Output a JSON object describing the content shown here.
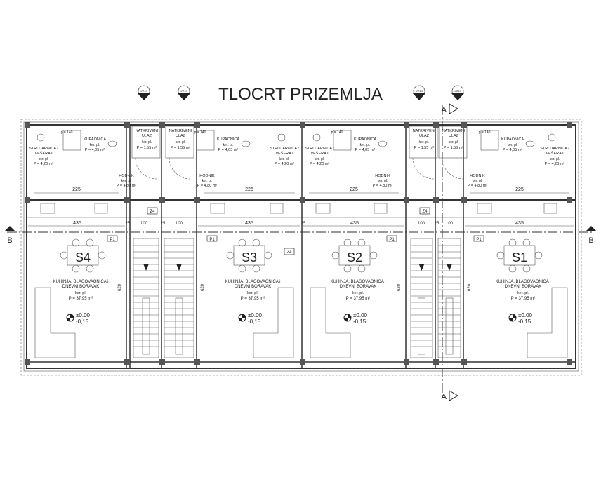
{
  "title": "TLOCRT PRIZEMLJA",
  "section_markers": {
    "a": "A",
    "b": "B",
    "tag": "2V13"
  },
  "floor_finish": "ker. pl.",
  "living": {
    "name_line1": "KUHINJA, BLAGOVAONICA i",
    "name_line2": "DNEVNI BORAVAK",
    "area": "P = 37,95 m²",
    "level_top": "±0.00",
    "level_bottom": "-0,15",
    "room_tag": "P1"
  },
  "rooms": {
    "bath": {
      "name": "KUPAONICA",
      "area": "P = 4,05 m²"
    },
    "utility": {
      "name1": "STROJARNICA /",
      "name2": "VEŠERAJ",
      "area": "P = 4,20 m²"
    },
    "hall": {
      "name": "HODNIK",
      "area": "P = 4,80 m²"
    },
    "entry": {
      "name1": "NATKRIVENI",
      "name2": "ULAZ",
      "area": "P = 1,55 m²"
    }
  },
  "units": [
    {
      "label": "S4"
    },
    {
      "label": "S3"
    },
    {
      "label": "S2"
    },
    {
      "label": "S1"
    }
  ],
  "dimensions": {
    "living_width": "435",
    "stair_width": "100",
    "wall": "25",
    "hall_width": "225",
    "depth": "620",
    "window_sill": "p = 140"
  },
  "tags": {
    "z4": "Z4"
  }
}
